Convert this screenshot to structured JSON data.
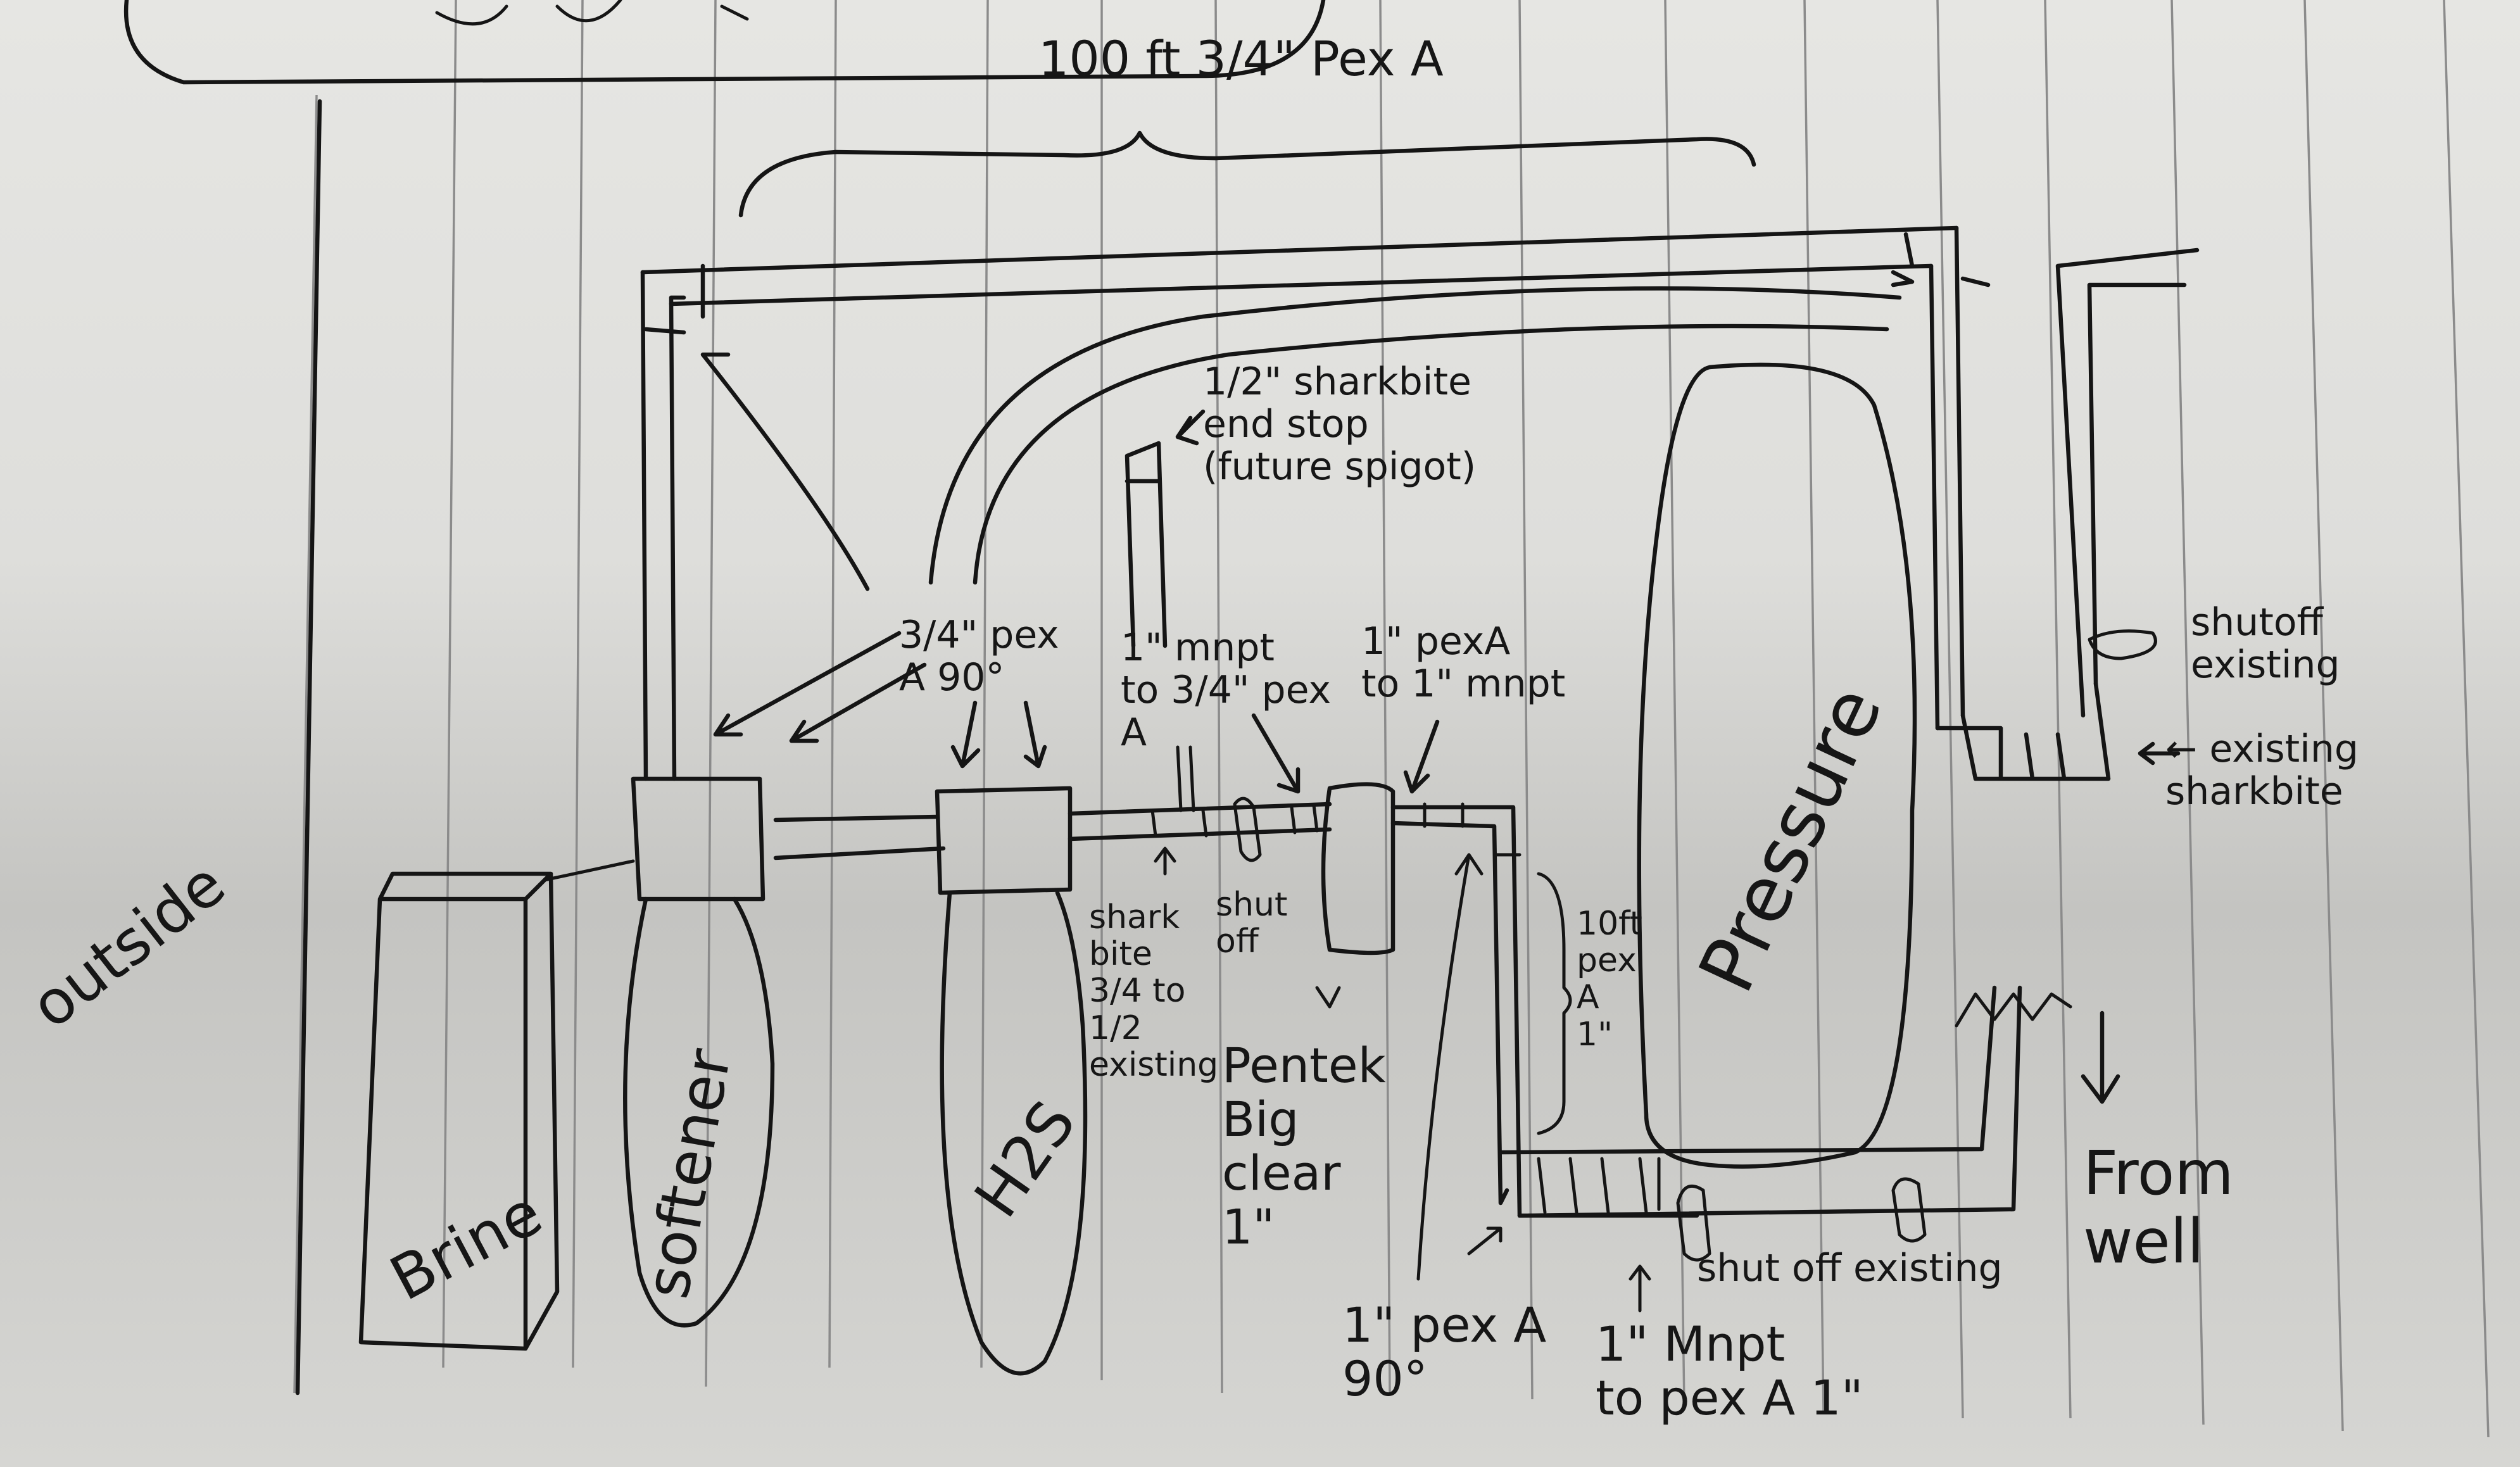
{
  "diagram": {
    "labels": {
      "top_pex": "100 ft 3/4\" Pex A",
      "outside": "outside",
      "brine": "Brine",
      "softener": "softener",
      "h2s": "H2S",
      "pressure": "Pressure",
      "sharkbite_end_stop": "1/2\" sharkbite\nend stop\n(future spigot)",
      "pex_90_top": "3/4\" pex\nA 90°",
      "mnpt_to_pex_34": "1\" mnpt\nto 3/4\" pex\nA",
      "pex_to_mnpt_1": "1\" pexA\nto 1\" mnpt",
      "shutoff_existing_top": "shutoff\nexisting",
      "existing_sharkbite": "← existing\nsharkbite",
      "sharkbite_34_to_12": "shark\nbite\n3/4 to\n1/2\nexisting",
      "shut_off": "shut\noff",
      "pentek_big_clear": "Pentek\nBig\nclear\n1\"",
      "pex_10ft": "10ft\npex\nA\n1\"",
      "pex_90_bottom": "1\" pex A\n90°",
      "mnpt_to_pex_1": "1\" Mnpt\nto pex A 1\"",
      "shut_off_existing_bottom": "shut off existing",
      "from_well": "From\nwell"
    }
  }
}
